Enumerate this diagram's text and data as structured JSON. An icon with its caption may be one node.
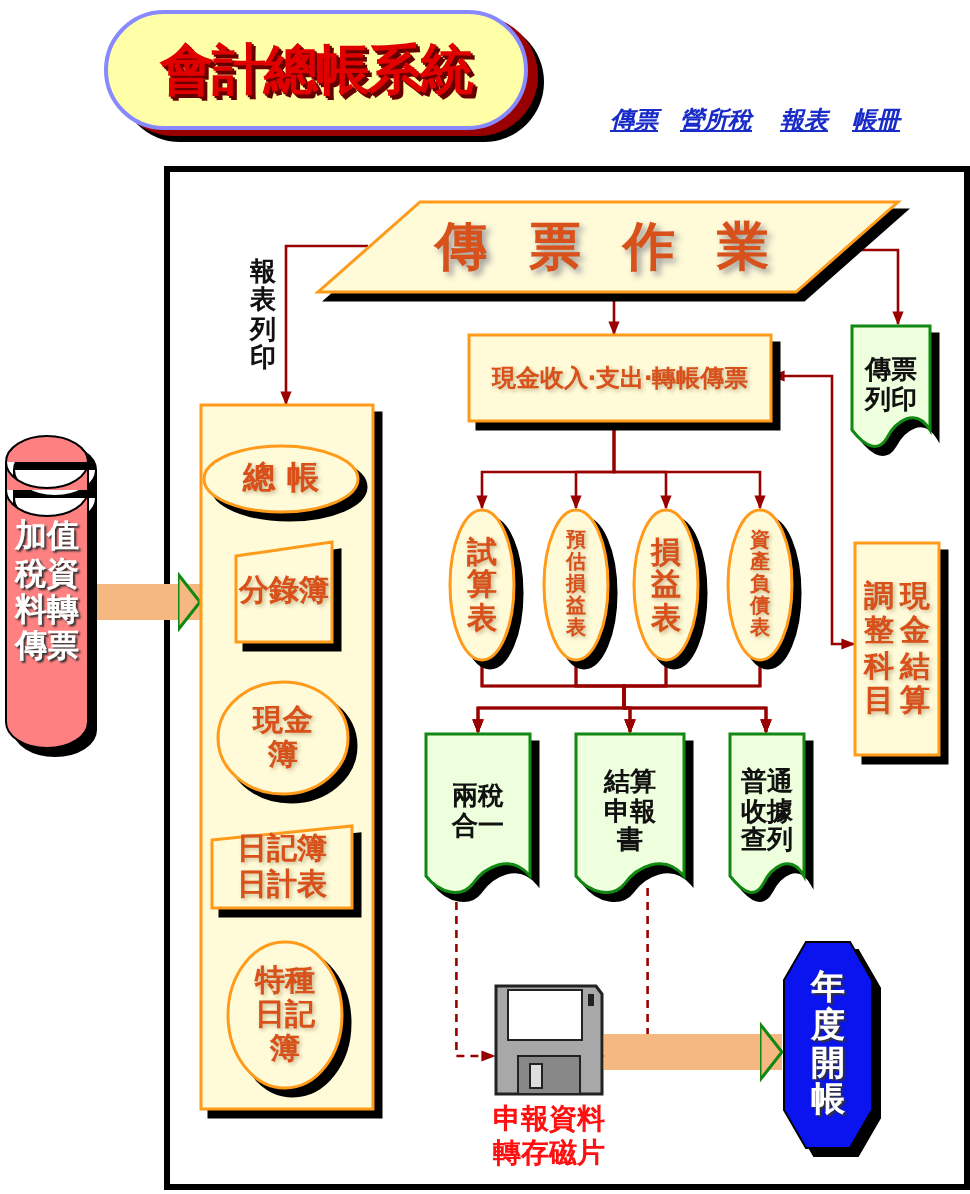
{
  "diagram": {
    "title": "會計總帳系統",
    "nodes": [
      {
        "text": [
          "加值稅資料轉傳票"
        ]
      },
      {
        "text": [
          "傳 票 作 業"
        ]
      },
      {
        "text": [],
        "shape": "box"
      },
      {
        "text": [
          "總 帳"
        ],
        "in": 2
      },
      {
        "text": [
          "分錄簿"
        ],
        "in": 2
      },
      {
        "text": [
          "現金簿"
        ],
        "in": 2
      },
      {
        "text": [
          "日記簿日計表"
        ],
        "in": 2
      },
      {
        "text": [
          "特種日記簿"
        ],
        "in": 2
      },
      {
        "text": [
          "現金收入‧支出‧轉帳傳票"
        ]
      },
      {
        "text": [
          "傳票列印"
        ]
      },
      {
        "text": [
          "試算表"
        ]
      },
      {
        "text": [
          "預估損益表"
        ]
      },
      {
        "text": [
          "損益表"
        ]
      },
      {
        "text": [
          "資產負債表"
        ]
      },
      {
        "text": [
          "現金結算調整科目"
        ]
      },
      {
        "text": [
          "兩稅合一"
        ]
      },
      {
        "text": [
          "結算申報書"
        ]
      },
      {
        "text": [
          "普通收據查列"
        ]
      },
      {
        "text": [],
        "shape": "picture",
        "beside": [
          "申報資料轉存磁片"
        ]
      },
      {
        "text": [
          "年度開帳"
        ]
      }
    ],
    "edges": [
      {
        "from": 0,
        "to": 2,
        "arrow": "to",
        "style": "thick",
        "color": "#f4b880"
      },
      {
        "from": 1,
        "to": 2,
        "arrow": "to",
        "label": "報表列印"
      },
      {
        "from": 1,
        "to": 8,
        "arrow": "to"
      },
      {
        "from": 1,
        "to": 9,
        "arrow": "to"
      },
      {
        "from": 8,
        "to": 14,
        "arrow": "both"
      },
      {
        "from": 8,
        "to": 10,
        "arrow": "to"
      },
      {
        "from": 8,
        "to": 11,
        "arrow": "to"
      },
      {
        "from": 8,
        "to": 12,
        "arrow": "to"
      },
      {
        "from": 8,
        "to": 13,
        "arrow": "to"
      },
      {
        "from": 10,
        "to": 15,
        "arrow": "to"
      },
      {
        "from": 10,
        "to": 16,
        "arrow": "to"
      },
      {
        "from": 10,
        "to": 17,
        "arrow": "to"
      },
      {
        "from": 11,
        "to": 15,
        "arrow": "to"
      },
      {
        "from": 11,
        "to": 16,
        "arrow": "to"
      },
      {
        "from": 11,
        "to": 17,
        "arrow": "to"
      },
      {
        "from": 12,
        "to": 15,
        "arrow": "to"
      },
      {
        "from": 12,
        "to": 16,
        "arrow": "to"
      },
      {
        "from": 12,
        "to": 17,
        "arrow": "to"
      },
      {
        "from": 13,
        "to": 15,
        "arrow": "to"
      },
      {
        "from": 13,
        "to": 16,
        "arrow": "to"
      },
      {
        "from": 13,
        "to": 17,
        "arrow": "to"
      },
      {
        "from": 15,
        "to": 18,
        "arrow": "to",
        "style": "dashed"
      },
      {
        "from": 16,
        "to": 18,
        "arrow": "to",
        "style": "dashed"
      },
      {
        "from": 18,
        "to": 19,
        "arrow": "to",
        "style": "thick",
        "color": "#f4b880"
      }
    ],
    "labels": [
      "傳票",
      "營所稅",
      "報表",
      "帳冊"
    ]
  }
}
